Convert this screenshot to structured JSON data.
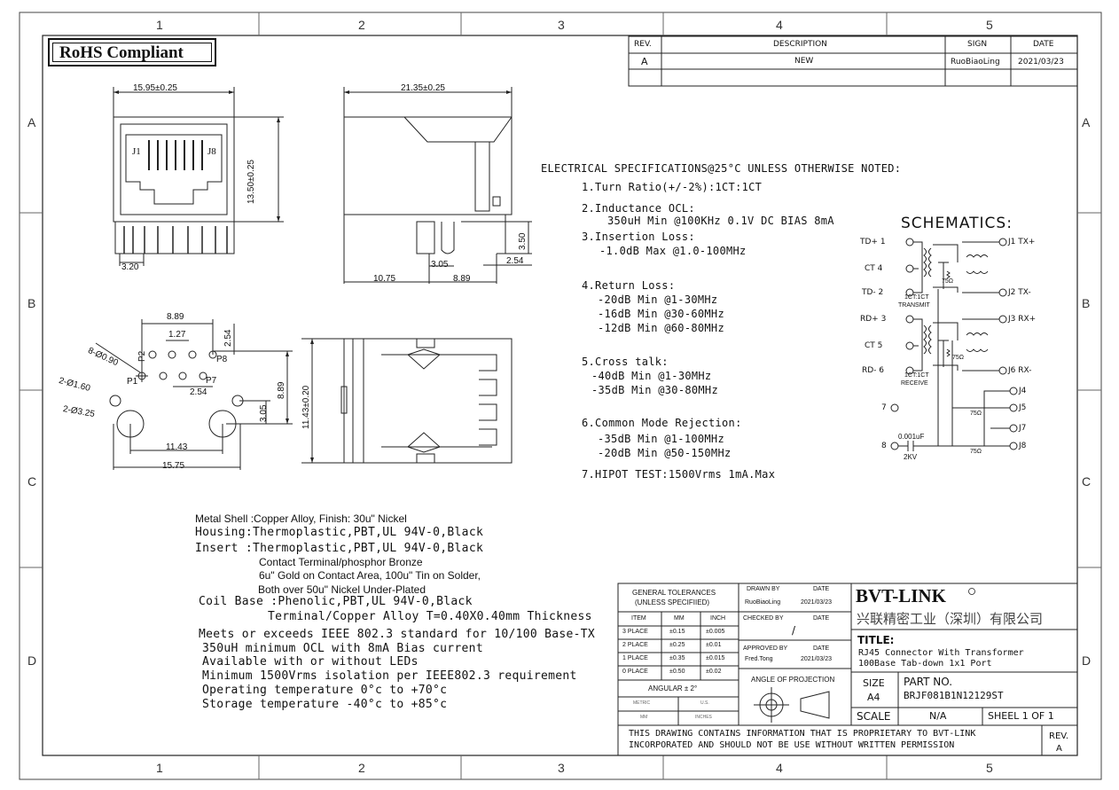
{
  "rohs": "RoHS Compliant",
  "zones": {
    "cols": [
      "1",
      "2",
      "3",
      "4",
      "5"
    ],
    "rows": [
      "A",
      "B",
      "C",
      "D"
    ]
  },
  "revision_table": {
    "headers": [
      "REV.",
      "DESCRIPTION",
      "SIGN",
      "DATE"
    ],
    "row": [
      "A",
      "NEW",
      "RuoBiaoLing",
      "2021/03/23"
    ]
  },
  "dimensions": {
    "front_width": "15.95±0.25",
    "front_height": "13.50±0.25",
    "front_pitch": "3.20",
    "j1": "J1",
    "j8": "J8",
    "side_width": "21.35±0.25",
    "side_h": "3.50",
    "side_a": "3.05",
    "side_b": "2.54",
    "side_c": "10.75",
    "side_d": "8.89",
    "pcb_889": "8.89",
    "pcb_127": "1.27",
    "pcb_254a": "2.54",
    "pcb_254b": "2.54",
    "pcb_889v": "8.89",
    "pcb_305": "3.05",
    "pcb_1143": "11.43",
    "pcb_1575": "15.75",
    "pcb_holes1": "8-Ø0.90",
    "pcb_holes2": "2-Ø1.60",
    "pcb_holes3": "2-Ø3.25",
    "p1": "P1",
    "p2": "P2",
    "p7": "P7",
    "p8": "P8",
    "top_height": "11.43±0.20"
  },
  "specs": {
    "heading": "ELECTRICAL SPECIFICATIONS@25°C   UNLESS OTHERWISE NOTED:",
    "lines": [
      "1.Turn Ratio(+/-2%):1CT:1CT",
      "2.Inductance OCL:",
      "350uH Min @100KHz 0.1V DC BIAS 8mA",
      "3.Insertion Loss:",
      "-1.0dB Max @1.0-100MHz",
      "4.Return Loss:",
      "-20dB Min @1-30MHz",
      "-16dB Min @30-60MHz",
      "-12dB Min @60-80MHz",
      "5.Cross talk:",
      "-40dB Min @1-30MHz",
      "-35dB Min @30-80MHz",
      "6.Common Mode Rejection:",
      "-35dB Min @1-100MHz",
      "-20dB Min @50-150MHz",
      "7.HIPOT TEST:1500Vrms 1mA.Max"
    ]
  },
  "schematic": {
    "title": "SCHEMATICS:",
    "left_pins": [
      "TD+ 1",
      "CT 4",
      "TD- 2",
      "RD+ 3",
      "CT 5",
      "RD- 6",
      "7",
      "8"
    ],
    "right_pins": [
      "J1 TX+",
      "J2 TX-",
      "J3 RX+",
      "J6 RX-",
      "J4",
      "J5",
      "J7",
      "J8"
    ],
    "transmit": "1CT:1CT\nTRANSMIT",
    "transmit_a": "1CT:1CT",
    "transmit_b": "TRANSMIT",
    "receive_a": "1CT:1CT",
    "receive_b": "RECEIVE",
    "res": "75Ω",
    "cap": "0.001uF",
    "kv": "2KV"
  },
  "materials": [
    "Metal Shell :Copper Alloy, Finish: 30u\" Nickel",
    "Housing:Thermoplastic,PBT,UL 94V-0,Black",
    "Insert :Thermoplastic,PBT,UL 94V-0,Black",
    "Contact Terminal/phosphor Bronze",
    "6u\" Gold on Contact Area, 100u\" Tin on Solder,",
    "Both over 50u\" Nickel Under-Plated",
    "Coil Base :Phenolic,PBT,UL 94V-0,Black",
    "Terminal/Copper Alloy T=0.40X0.40mm Thickness",
    "Meets or exceeds IEEE 802.3 standard for 10/100 Base-TX",
    "350uH minimum OCL with 8mA Bias current",
    "Available with or without LEDs",
    "Minimum 1500Vrms isolation per IEEE802.3 requirement",
    "Operating temperature 0°c  to +70°c",
    "Storage temperature -40°c to +85°c"
  ],
  "title_block": {
    "gen_tol": "GENERAL TOLERANCES",
    "unless": "(UNLESS SPECIFIIED)",
    "tol_headers": [
      "ITEM",
      "MM",
      "INCH"
    ],
    "tol_rows": [
      [
        "3 PLACE",
        "±0.15",
        "±0.005"
      ],
      [
        "2 PLACE",
        "±0.25",
        "±0.01"
      ],
      [
        "1 PLACE",
        "±0.35",
        "±0.015"
      ],
      [
        "0 PLACE",
        "±0.50",
        "±0.02"
      ]
    ],
    "angular": "ANGULAR ± 2°",
    "metric": "METRIC",
    "us": "U.S.",
    "mm": "MM",
    "inches": "INCHES",
    "drawn_by": "DRAWN BY",
    "date": "DATE",
    "drawn_name": "RuoBiaoLing",
    "drawn_date": "2021/03/23",
    "checked_by": "CHECKED BY",
    "checked_mark": "/",
    "approved_by": "APPROVED BY",
    "approved_name": "Fred.Tong",
    "approved_date": "2021/03/23",
    "angle": "ANGLE OF PROJECTION",
    "company": "BVT-LINK",
    "company_cn": "兴联精密工业（深圳）有限公司",
    "title_label": "TITLE:",
    "title_1": "RJ45 Connector With Transformer",
    "title_2": "100Base Tab-down 1x1 Port",
    "size_label": "SIZE",
    "size": "A4",
    "part_label": "PART NO.",
    "part_no": "BRJF081B1N12129ST",
    "scale_label": "SCALE",
    "scale": "N/A",
    "sheet": "SHEEL 1 OF 1",
    "notice_1": "THIS DRAWING CONTAINS INFORMATION THAT IS PROPRIETARY TO BVT-LINK",
    "notice_2": "INCORPORATED AND SHOULD NOT BE USE WITHOUT WRITTEN PERMISSION",
    "rev_label": "REV.",
    "rev": "A"
  }
}
